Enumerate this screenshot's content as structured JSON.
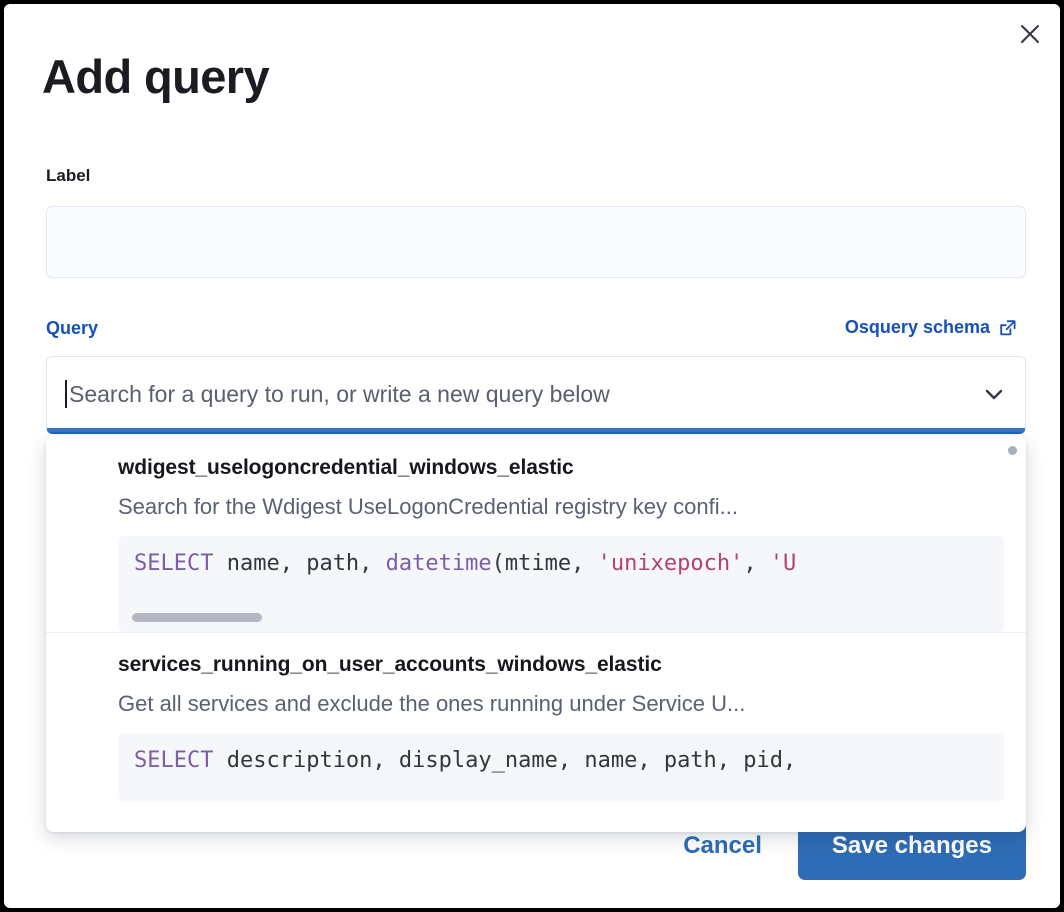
{
  "dialog": {
    "title": "Add query",
    "close_icon": "close-icon"
  },
  "label_field": {
    "label": "Label",
    "value": "",
    "placeholder": ""
  },
  "query_field": {
    "label": "Query",
    "schema_link": "Osquery schema",
    "schema_link_icon": "external-link-icon",
    "placeholder": "Search for a query to run, or write a new query below",
    "value": "",
    "chevron_icon": "chevron-down-icon"
  },
  "dropdown": {
    "options": [
      {
        "title": "wdigest_uselogoncredential_windows_elastic",
        "description": "Search for the Wdigest UseLogonCredential registry key confi...",
        "sql": {
          "keyword": "SELECT",
          "columns": " name, path, ",
          "function": "datetime",
          "args_open": "(mtime, ",
          "string1": "'unixepoch'",
          "separator": ", ",
          "string2": "'U",
          "full": "SELECT name, path, datetime(mtime, 'unixepoch', 'U"
        },
        "has_scrollbar": true
      },
      {
        "title": "services_running_on_user_accounts_windows_elastic",
        "description": "Get all services and exclude the ones running under Service U...",
        "sql": {
          "keyword": "SELECT",
          "columns": " description, display_name, name, path, pid,",
          "function": "",
          "args_open": "",
          "string1": "",
          "separator": "",
          "string2": "",
          "full": "SELECT description, display_name, name, path, pid,"
        },
        "has_scrollbar": false
      }
    ]
  },
  "footer": {
    "cancel_label": "Cancel",
    "save_label": "Save changes"
  },
  "colors": {
    "accent_blue": "#1750ba",
    "button_blue": "#2e6cb5",
    "focus_underline": "#3a74c4",
    "sql_keyword": "#7b5ea7",
    "sql_string": "#b4446a",
    "text_dark": "#1a1c21",
    "text_muted": "#5a6173",
    "code_bg": "#f6f7fb"
  }
}
